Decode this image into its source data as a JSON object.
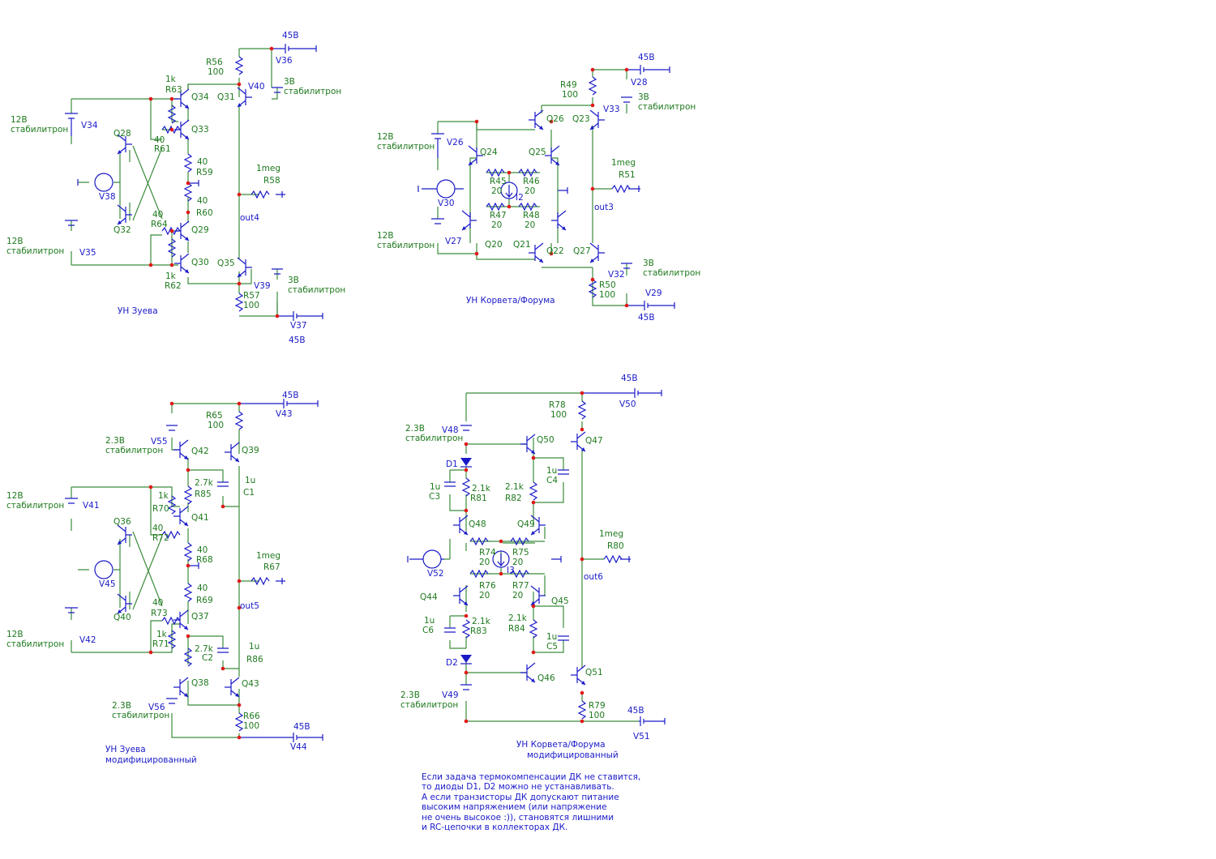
{
  "circuits": {
    "zuev": {
      "title": "УН Зуева",
      "rails": {
        "pos": "45В",
        "neg": "45В"
      },
      "zeners": {
        "z12_top": "12В",
        "z12_bot": "12В",
        "z3_top": "3В",
        "z3_bot": "3В",
        "zener_word": "стабилитрон"
      },
      "sources": [
        "V34",
        "V35",
        "V36",
        "V37",
        "V38",
        "V39",
        "V40"
      ],
      "transistors": [
        "Q28",
        "Q29",
        "Q30",
        "Q31",
        "Q32",
        "Q33",
        "Q34",
        "Q35"
      ],
      "resistors": [
        {
          "ref": "R56",
          "val": "100"
        },
        {
          "ref": "R57",
          "val": "100"
        },
        {
          "ref": "R58",
          "val": "1meg"
        },
        {
          "ref": "R59",
          "val": "40"
        },
        {
          "ref": "R60",
          "val": "40"
        },
        {
          "ref": "R61",
          "val": "40"
        },
        {
          "ref": "R62",
          "val": "1k"
        },
        {
          "ref": "R63",
          "val": "1k"
        },
        {
          "ref": "R64",
          "val": "40"
        }
      ],
      "out": "out4"
    },
    "korvet": {
      "title": "УН Корвета/Форума",
      "rails": {
        "pos": "45В",
        "neg": "45В"
      },
      "zeners": {
        "z12_top": "12В",
        "z12_bot": "12В",
        "z3_top": "3В",
        "z3_bot": "3В",
        "zener_word": "стабилитрон"
      },
      "sources": [
        "V26",
        "V27",
        "V28",
        "V29",
        "V30",
        "V32",
        "V33",
        "I2"
      ],
      "transistors": [
        "Q20",
        "Q21",
        "Q22",
        "Q23",
        "Q24",
        "Q25",
        "Q26",
        "Q27"
      ],
      "resistors": [
        {
          "ref": "R45",
          "val": "20"
        },
        {
          "ref": "R46",
          "val": "20"
        },
        {
          "ref": "R47",
          "val": "20"
        },
        {
          "ref": "R48",
          "val": "20"
        },
        {
          "ref": "R49",
          "val": "100"
        },
        {
          "ref": "R50",
          "val": "100"
        },
        {
          "ref": "R51",
          "val": "1meg"
        }
      ],
      "out": "out3"
    },
    "zuev_mod": {
      "title": "УН Зуева",
      "subtitle": "модифицированный",
      "rails": {
        "pos": "45В",
        "neg": "45В"
      },
      "zeners": {
        "z12_top": "12В",
        "z12_bot": "12В",
        "z23_top": "2.3В",
        "z23_bot": "2.3В",
        "zener_word": "стабилитрон"
      },
      "sources": [
        "V41",
        "V42",
        "V43",
        "V44",
        "V45",
        "V55",
        "V56"
      ],
      "transistors": [
        "Q36",
        "Q37",
        "Q38",
        "Q39",
        "Q40",
        "Q41",
        "Q42",
        "Q43"
      ],
      "resistors": [
        {
          "ref": "R65",
          "val": "100"
        },
        {
          "ref": "R66",
          "val": "100"
        },
        {
          "ref": "R67",
          "val": "1meg"
        },
        {
          "ref": "R68",
          "val": "40"
        },
        {
          "ref": "R69",
          "val": "40"
        },
        {
          "ref": "R70",
          "val": "1k"
        },
        {
          "ref": "R71",
          "val": "1k"
        },
        {
          "ref": "R72",
          "val": "40"
        },
        {
          "ref": "R73",
          "val": "40"
        },
        {
          "ref": "R85",
          "val": "2.7k"
        },
        {
          "ref": "R86",
          "val": "2.7k"
        }
      ],
      "caps": [
        {
          "ref": "C1",
          "val": "1u"
        },
        {
          "ref": "C2",
          "val": "1u"
        }
      ],
      "out": "out5"
    },
    "korvet_mod": {
      "title": "УН Корвета/Форума",
      "subtitle": "модифицированный",
      "rails": {
        "pos": "45В",
        "neg": "45В"
      },
      "zeners": {
        "z23_top": "2.3В",
        "z23_bot": "2.3В",
        "zener_word": "стабилитрон"
      },
      "sources": [
        "V48",
        "V49",
        "V50",
        "V51",
        "V52",
        "I3"
      ],
      "diodes": [
        "D1",
        "D2"
      ],
      "transistors": [
        "Q44",
        "Q45",
        "Q46",
        "Q47",
        "Q48",
        "Q49",
        "Q50",
        "Q51"
      ],
      "resistors": [
        {
          "ref": "R74",
          "val": "20"
        },
        {
          "ref": "R75",
          "val": "20"
        },
        {
          "ref": "R76",
          "val": "20"
        },
        {
          "ref": "R77",
          "val": "20"
        },
        {
          "ref": "R78",
          "val": "100"
        },
        {
          "ref": "R79",
          "val": "100"
        },
        {
          "ref": "R80",
          "val": "1meg"
        },
        {
          "ref": "R81",
          "val": "2.1k"
        },
        {
          "ref": "R82",
          "val": "2.1k"
        },
        {
          "ref": "R83",
          "val": "2.1k"
        },
        {
          "ref": "R84",
          "val": "2.1k"
        }
      ],
      "caps": [
        {
          "ref": "C3",
          "val": "1u"
        },
        {
          "ref": "C4",
          "val": "1u"
        },
        {
          "ref": "C5",
          "val": "1u"
        },
        {
          "ref": "C6",
          "val": "1u"
        }
      ],
      "out": "out6"
    }
  },
  "note": [
    "Если задача термокомпенсации ДК не ставится,",
    "то диоды D1, D2 можно не устанавливать.",
    "А если транзисторы ДК допускают питание",
    "высоким напряжением (или напряжение",
    "не очень высокое :)), становятся лишними",
    "и RC-цепочки в коллекторах ДК."
  ],
  "colors": {
    "wire": "#3c8c3c",
    "component": "#1a1ac8",
    "node": "#e01818",
    "label": "#1f7a1f"
  }
}
